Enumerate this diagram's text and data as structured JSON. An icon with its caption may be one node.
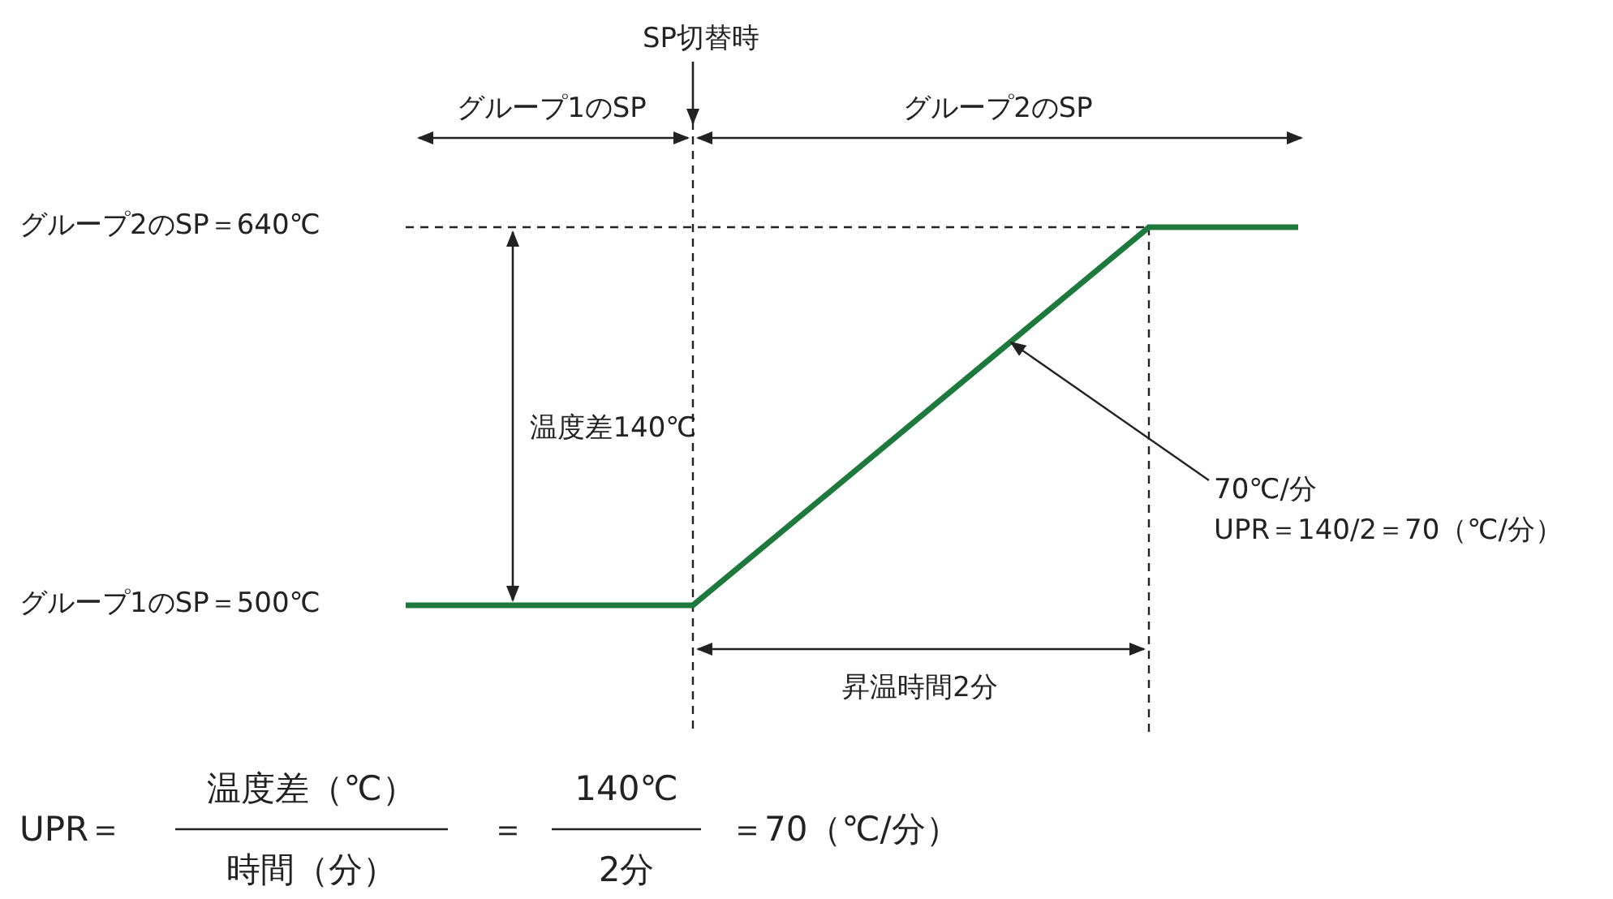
{
  "diagram": {
    "nodes": [
      {
        "text": [
          "70℃/分",
          "UPR＝140/2＝70（℃/分）"
        ]
      },
      {
        "text": [],
        "shape": "line"
      }
    ],
    "edges": [
      {
        "from": 0,
        "to": 1,
        "arrow": "to"
      }
    ],
    "labels": [
      "SP切替時",
      "グループ1のSP",
      "グループ2のSP",
      "グループ2のSP＝640℃",
      "温度差140℃",
      "グループ1のSP＝500℃",
      "昇温時間2分",
      "UPR＝",
      "温度差（℃）",
      "時間（分）",
      "＝",
      "140℃",
      "2分",
      "＝70（℃/分）"
    ]
  }
}
